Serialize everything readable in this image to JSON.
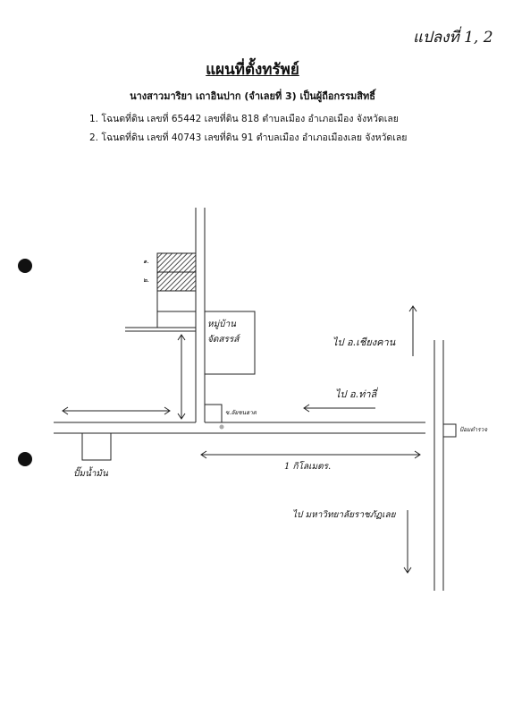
{
  "sheet_number": "แปลงที่ 1, 2",
  "title": "แผนที่ตั้งทรัพย์",
  "owner_line": "นางสาวมาริยา เถาอินปาก (จำเลยที่ 3) เป็นผู้ถือกรรมสิทธิ์",
  "deeds": [
    "1. โฉนดที่ดิน เลขที่ 65442 เลขที่ดิน 818 ตำบลเมือง อำเภอเมือง จังหวัดเลย",
    "2. โฉนดที่ดิน เลขที่ 40743 เลขที่ดิน 91 ตำบลเมือง อำเภอเมืองเลย จังหวัดเลย"
  ],
  "map": {
    "plot1": "๑.",
    "plot2": "๒.",
    "village": "หมู่บ้าน\nจัดสรรส์",
    "to_chiang_khan": "ไป อ.เชียงคาน",
    "to_tha_li": "ไป อ.ท่าลี่",
    "to_university": "ไป มหาวิทยาลัยราชภัฏเลย",
    "distance": "1 กิโลเมตร.",
    "gas_station": "ปั๊มน้ำมัน",
    "alley": "ซ.ลัยชนฮาต",
    "checkpoint": "ป้อมตำรวจ"
  }
}
